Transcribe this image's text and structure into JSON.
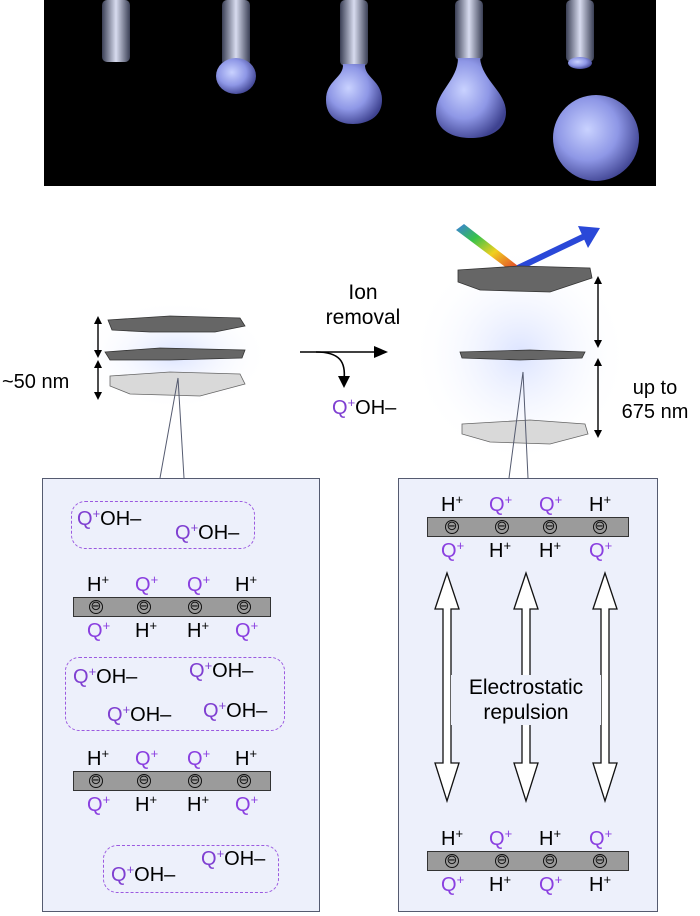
{
  "labels": {
    "spacing_small": "~50 nm",
    "ion_removal": "Ion\nremoval",
    "byproduct_q": "Q",
    "byproduct_rest": "OH–",
    "spacing_large": "up to\n675 nm",
    "electrostatic": "Electrostatic\nrepulsion"
  },
  "ions": {
    "q": "Q",
    "h": "H",
    "plus": "+",
    "oh": "OH–",
    "minus": "⊖"
  },
  "colors": {
    "accent_purple": "#8a3fe0",
    "panel_bg": "#edf0fb",
    "bar_gray": "#9b9b9b"
  }
}
